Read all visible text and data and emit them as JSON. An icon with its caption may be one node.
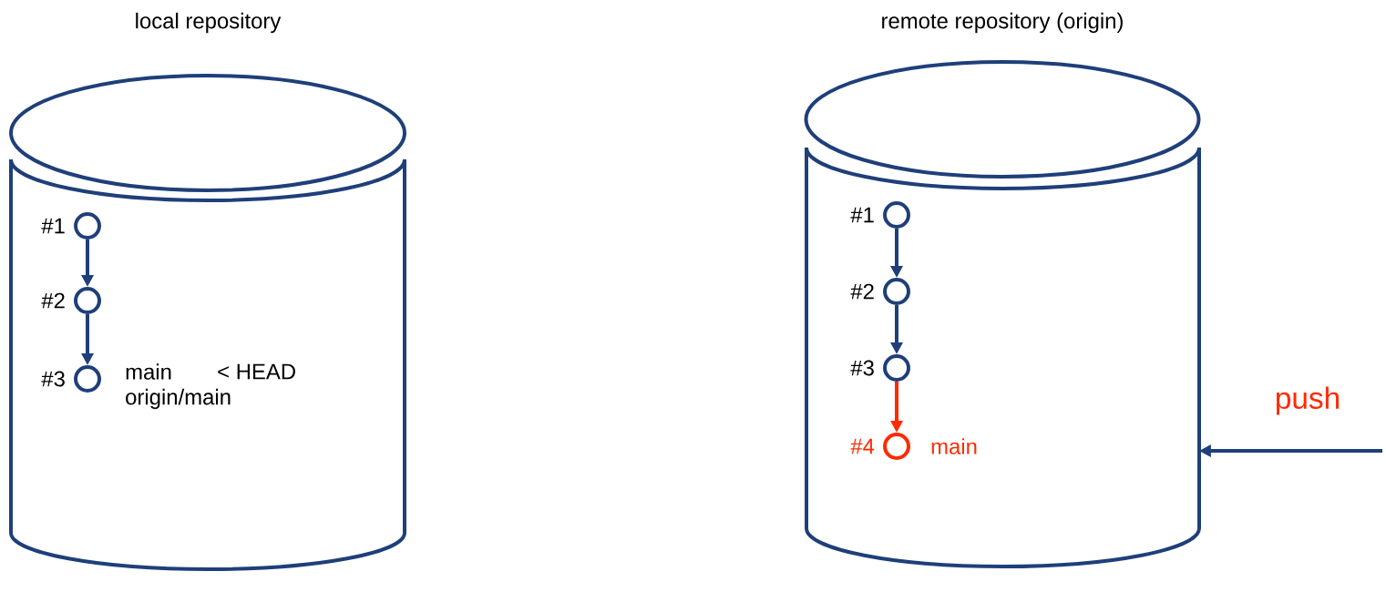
{
  "diagram": {
    "nodes": [
      {
        "text": [
          "local repository"
        ]
      },
      {
        "text": [],
        "shape": "circle",
        "in": 0,
        "beside": [
          "#1"
        ]
      },
      {
        "text": [],
        "shape": "circle",
        "in": 0,
        "beside": [
          "#2"
        ]
      },
      {
        "text": [],
        "shape": "circle",
        "in": 0,
        "beside": [
          "#3",
          "main",
          "< HEAD",
          "origin/main"
        ]
      },
      {
        "text": [
          "remote repository (origin)"
        ]
      },
      {
        "text": [],
        "shape": "circle",
        "in": 4,
        "beside": [
          "#1"
        ]
      },
      {
        "text": [],
        "shape": "circle",
        "in": 4,
        "beside": [
          "#2"
        ]
      },
      {
        "text": [],
        "shape": "circle",
        "in": 4,
        "beside": [
          "#3"
        ]
      },
      {
        "text": [],
        "shape": "circle",
        "in": 4,
        "beside": [
          "#4",
          "main"
        ]
      }
    ],
    "edges": [
      {
        "from": 1,
        "to": 2,
        "arrow": "to"
      },
      {
        "from": 2,
        "to": 3,
        "arrow": "to"
      },
      {
        "from": 5,
        "to": 6,
        "arrow": "to"
      },
      {
        "from": 6,
        "to": 7,
        "arrow": "to"
      },
      {
        "from": 7,
        "to": 8,
        "arrow": "to",
        "color": "#ff2a00"
      },
      {
        "from": null,
        "to": 4,
        "arrow": "to",
        "label": "push"
      }
    ]
  }
}
